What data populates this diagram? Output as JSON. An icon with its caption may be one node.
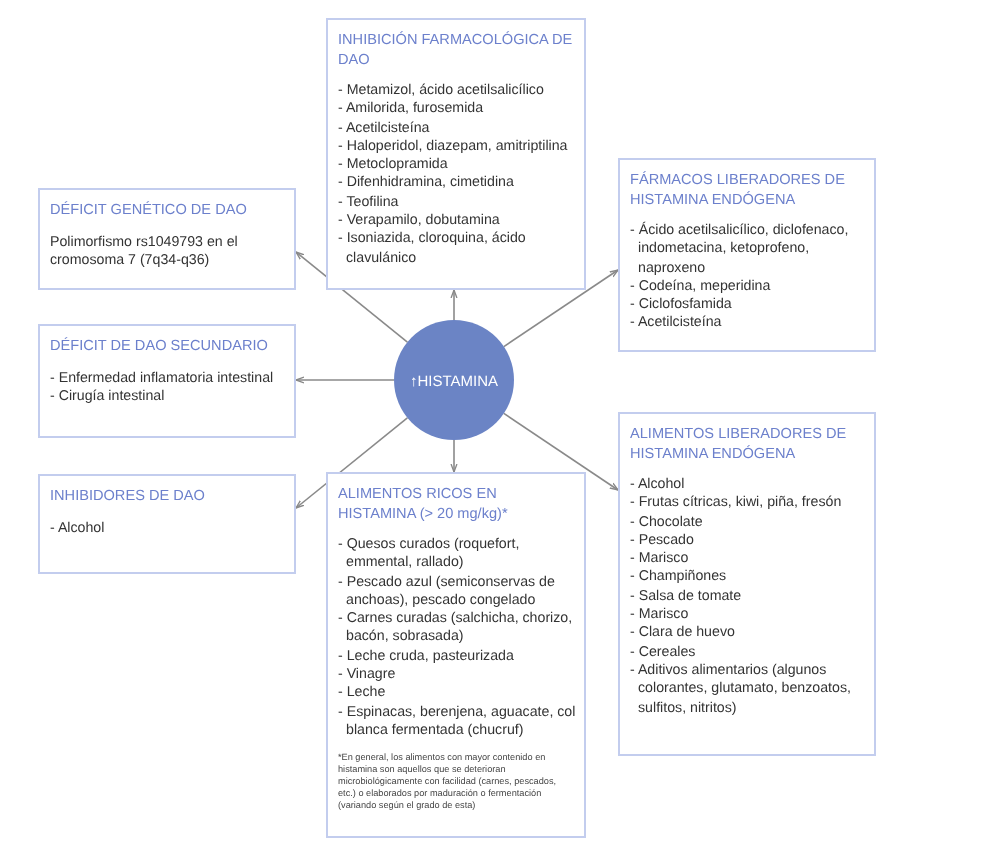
{
  "diagram": {
    "nodes": [
      {
        "text": [
          "INHIBICIÓN FARMACOLÓGICA DE DAO",
          "- Metamizol, ácido acetilsalicílico",
          "- Amilorida, furosemida",
          "- Acetilcisteína",
          "- Haloperidol, diazepam, amitriptilina",
          "- Metoclopramida",
          "- Difenhidramina, cimetidina",
          "- Teofilina",
          "- Verapamilo, dobutamina",
          "- Isoniazida, cloroquina, ácido clavulánico"
        ]
      },
      {
        "text": [
          "DÉFICIT GENÉTICO DE DAO",
          "Polimorfismo rs1049793 en el cromosoma 7 (7q34-q36)"
        ]
      },
      {
        "text": [
          "FÁRMACOS LIBERADORES DE HISTAMINA ENDÓGENA",
          "- Ácido acetilsalicílico, diclofenaco, indometacina, ketoprofeno, naproxeno",
          "- Codeína, meperidina",
          "- Ciclofosfamida",
          "- Acetilcisteína"
        ]
      },
      {
        "text": [
          "DÉFICIT DE DAO SECUNDARIO",
          "- Enfermedad inflamatoria intestinal",
          "- Cirugía intestinal"
        ]
      },
      {
        "text": [
          "↑HISTAMINA"
        ]
      },
      {
        "text": [
          "INHIBIDORES DE DAO",
          "- Alcohol"
        ]
      },
      {
        "text": [
          "ALIMENTOS RICOS EN HISTAMINA (> 20 mg/kg)*",
          "- Quesos curados (roquefort, emmental, rallado)",
          "- Pescado azul (semiconservas de anchoas), pescado congelado",
          "- Carnes curadas (salchicha, chorizo, bacón, sobrasada)",
          "- Leche cruda, pasteurizada",
          "- Vinagre",
          "- Leche",
          "- Espinacas, berenjena, aguacate, col blanca fermentada (chucruf)",
          "*En general, los alimentos con mayor contenido en histamina son aquellos que se deterioran microbiológicamente con facilidad (carnes, pescados, etc.) o elaborados por maduración o fermentación (variando según el grado de esta)"
        ]
      },
      {
        "text": [
          "ALIMENTOS LIBERADORES DE HISTAMINA ENDÓGENA",
          "- Alcohol",
          "- Frutas cítricas, kiwi, piña, fresón",
          "- Chocolate",
          "- Pescado",
          "- Marisco",
          "- Champiñones",
          "- Salsa de tomate",
          "- Marisco",
          "- Clara de huevo",
          "- Cereales",
          "- Aditivos alimentarios (algunos colorantes, glutamato, benzoatos, sulfitos, nitritos)"
        ]
      }
    ],
    "edges": [
      {
        "from": 4,
        "to": 0,
        "arrow": "to"
      },
      {
        "from": 4,
        "to": 1,
        "arrow": "to"
      },
      {
        "from": 4,
        "to": 2,
        "arrow": "to"
      },
      {
        "from": 4,
        "to": 3,
        "arrow": "to"
      },
      {
        "from": 4,
        "to": 5,
        "arrow": "to"
      },
      {
        "from": 4,
        "to": 6,
        "arrow": "to"
      },
      {
        "from": 4,
        "to": 7,
        "arrow": "to"
      }
    ]
  }
}
